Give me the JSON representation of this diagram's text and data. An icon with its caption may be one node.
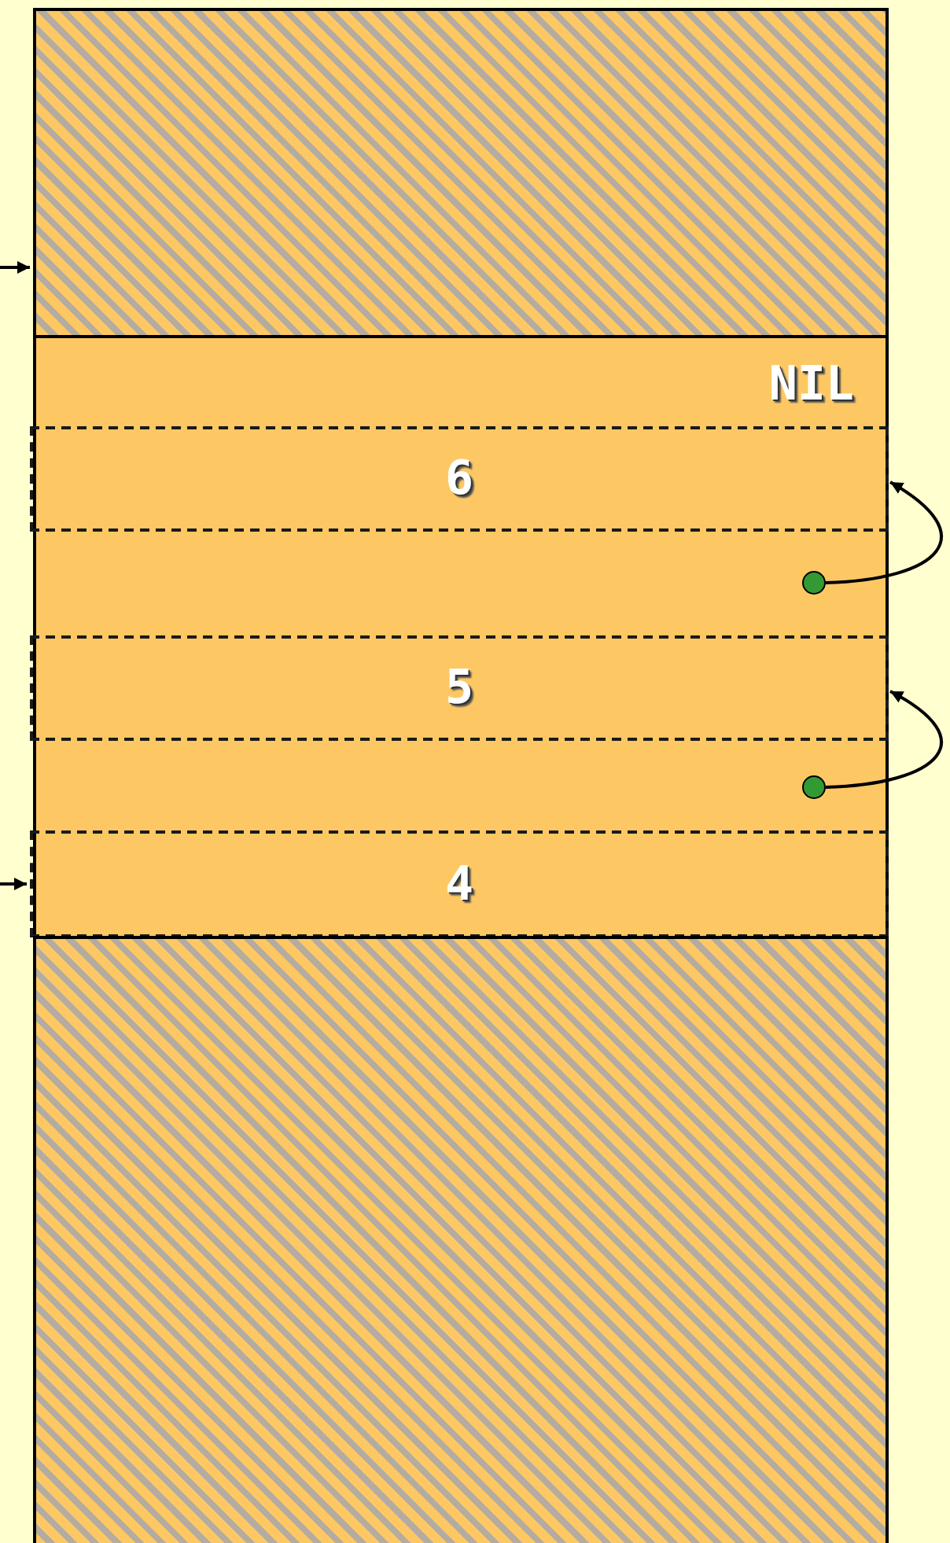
{
  "diagram": {
    "nodes": [
      {
        "text": [],
        "shape": "box"
      },
      {
        "text": [
          "NIL"
        ]
      },
      {
        "text": [
          "6"
        ],
        "in": 1
      },
      {
        "text": [],
        "shape": "circle",
        "in": 1
      },
      {
        "text": [
          "5"
        ],
        "in": 1
      },
      {
        "text": [],
        "shape": "circle",
        "in": 1
      },
      {
        "text": [
          "4"
        ],
        "in": 1
      },
      {
        "text": [],
        "shape": "box"
      }
    ],
    "edges": [
      {
        "from": null,
        "to": 0,
        "arrow": "to"
      },
      {
        "from": null,
        "to": 6,
        "arrow": "to"
      },
      {
        "from": 3,
        "to": 2,
        "arrow": "to"
      },
      {
        "from": 5,
        "to": 4,
        "arrow": "to"
      }
    ]
  }
}
